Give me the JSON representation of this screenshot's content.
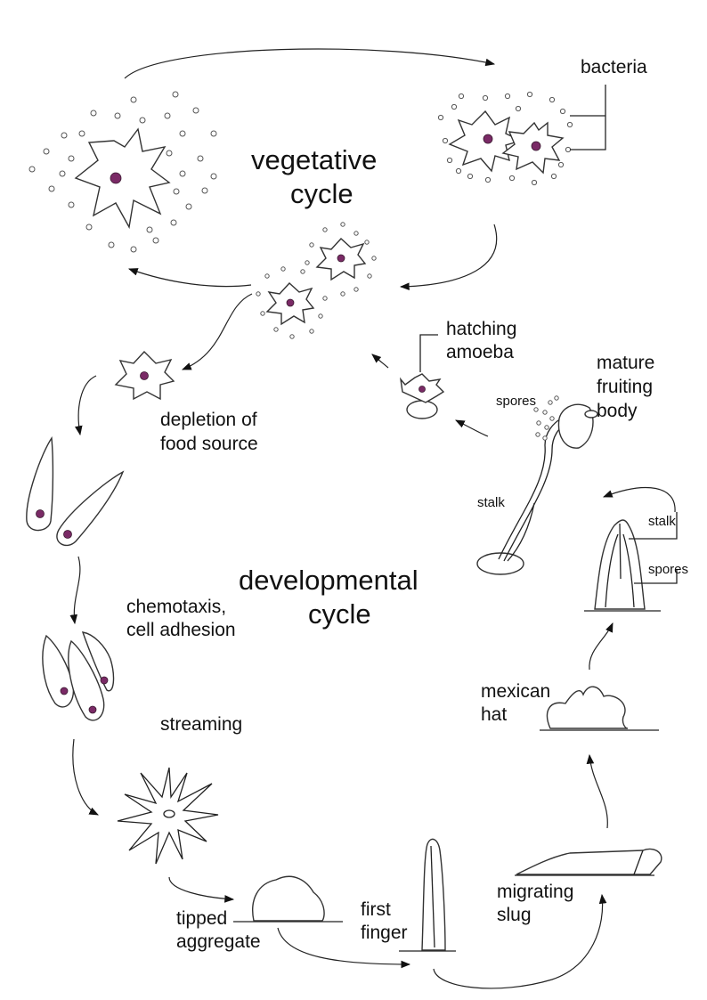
{
  "title": {
    "vegetative": [
      "vegetative",
      "cycle"
    ],
    "developmental": [
      "developmental",
      "cycle"
    ]
  },
  "labels": {
    "bacteria": "bacteria",
    "depletion": [
      "depletion of",
      "food source"
    ],
    "chemotaxis": [
      "chemotaxis,",
      "cell adhesion"
    ],
    "streaming": "streaming",
    "tipped_aggregate": [
      "tipped",
      "aggregate"
    ],
    "first_finger": [
      "first",
      "finger"
    ],
    "migrating_slug": [
      "migrating",
      "slug"
    ],
    "mexican_hat": [
      "mexican",
      "hat"
    ],
    "stalk_small": "stalk",
    "spores_small": "spores",
    "stalk_fruiting": "stalk",
    "spores_fruiting": "spores",
    "mature_fruiting_body": [
      "mature",
      "fruiting",
      "body"
    ],
    "hatching_amoeba": [
      "hatching",
      "amoeba"
    ]
  },
  "colors": {
    "nucleus": "#7a2a66",
    "ink": "#222222"
  }
}
